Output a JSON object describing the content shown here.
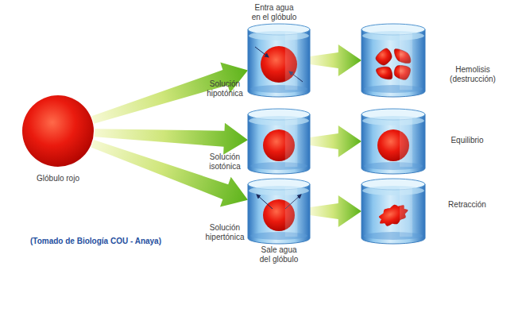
{
  "diagram": {
    "nodes": [
      {
        "text": [
          "Glóbulo rojo"
        ]
      },
      {
        "text": [
          "Entra agua en el glóbulo",
          "Solución hipotónica"
        ]
      },
      {
        "text": [
          "Solución isotónica"
        ]
      },
      {
        "text": [
          "Solución hipertónica",
          "Sale agua del glóbulo"
        ]
      },
      {
        "text": [
          "Hemolisis (destrucción)"
        ]
      },
      {
        "text": [
          "Equilibrio"
        ]
      },
      {
        "text": [
          "Retracción"
        ]
      }
    ],
    "edges": [
      {
        "from": 0,
        "to": 1,
        "arrow": "to"
      },
      {
        "from": 0,
        "to": 2,
        "arrow": "to"
      },
      {
        "from": 0,
        "to": 3,
        "arrow": "to"
      },
      {
        "from": 1,
        "to": 4,
        "arrow": "to"
      },
      {
        "from": 2,
        "to": 5,
        "arrow": "to"
      },
      {
        "from": 3,
        "to": 6,
        "arrow": "to"
      }
    ],
    "labels": [
      "(Tomado de Biología COU - Anaya)"
    ]
  }
}
